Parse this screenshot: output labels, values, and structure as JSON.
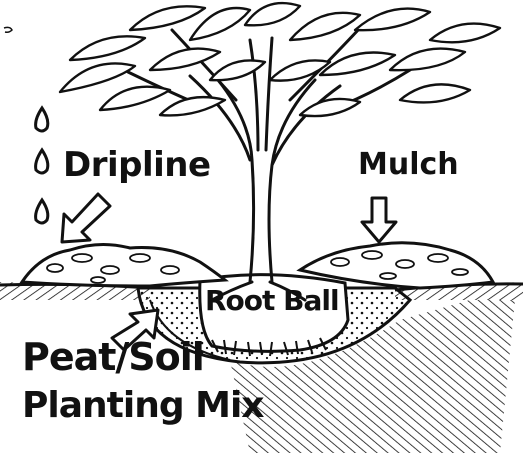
{
  "labels": {
    "dripline": "Dripline",
    "mulch": "Mulch",
    "root_ball": "Root Ball",
    "peat_soil": "Peat/Soil",
    "planting_mix": "Planting Mix"
  },
  "icons": [
    "water-drop-icon",
    "water-drop-icon",
    "water-drop-icon",
    "arrow-icon",
    "arrow-icon",
    "arrow-icon"
  ],
  "colors": {
    "ink": "#111111",
    "paper": "#ffffff"
  }
}
